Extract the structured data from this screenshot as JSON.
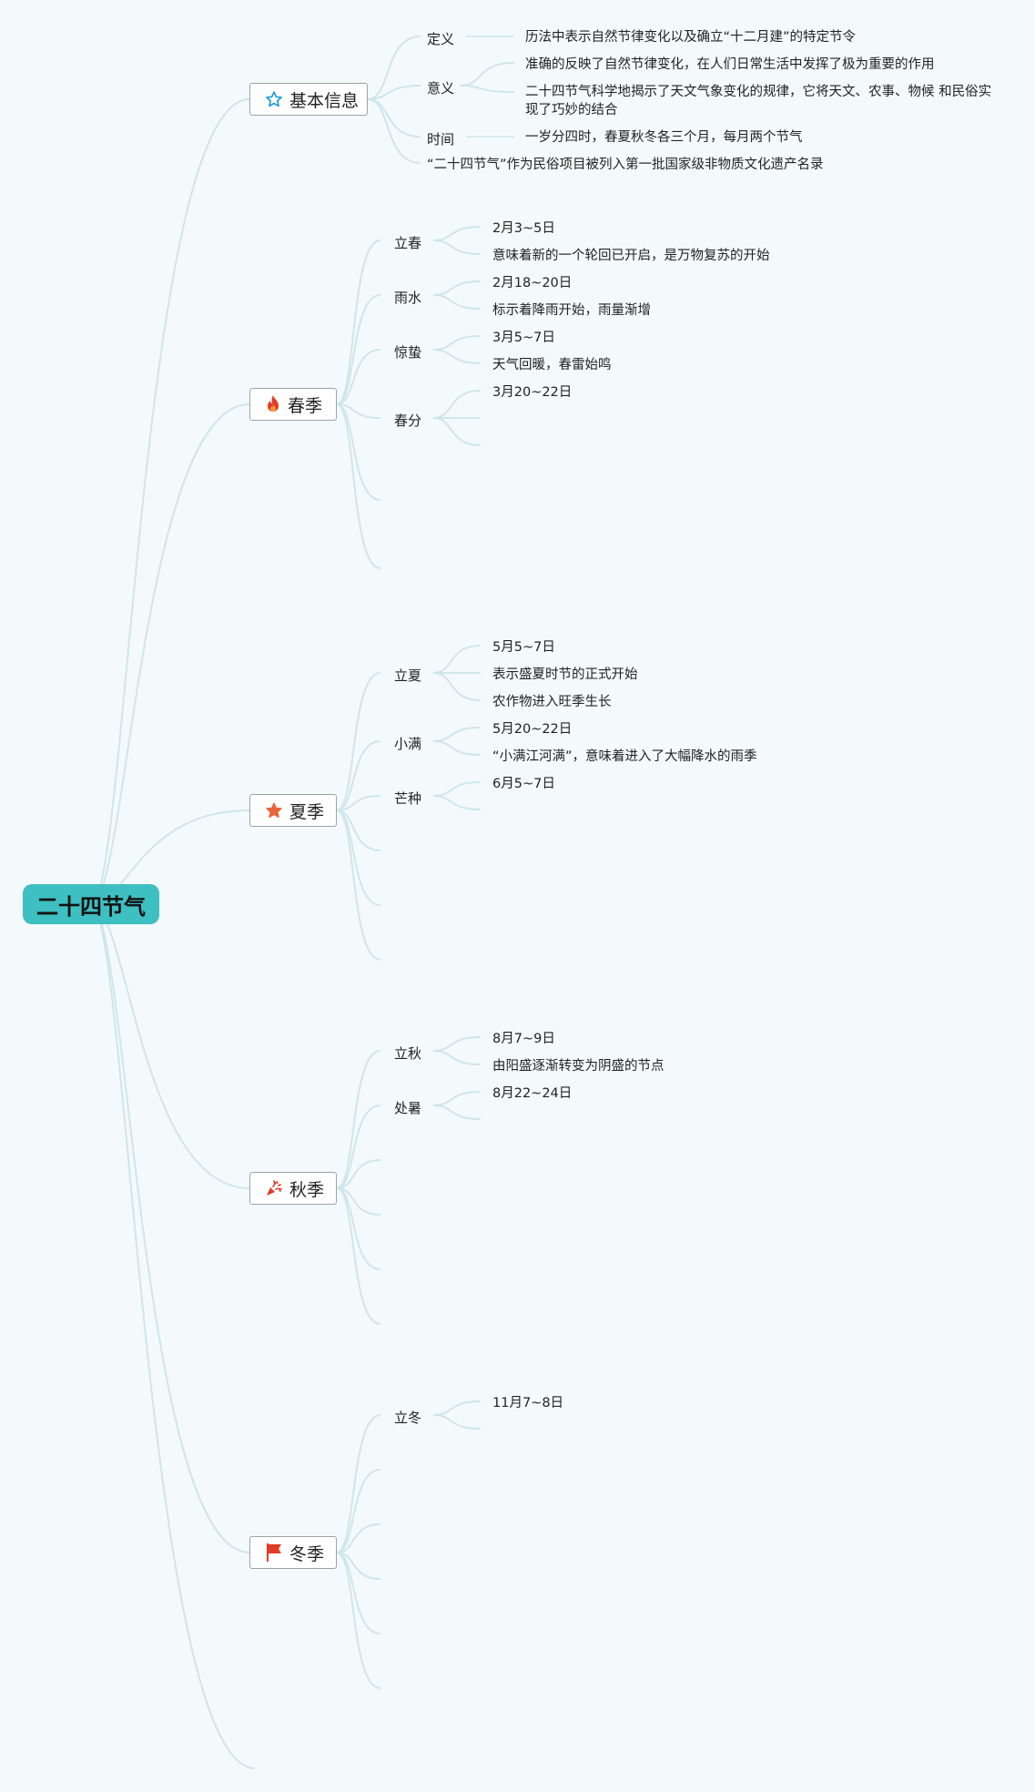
{
  "root": {
    "title": "二十四节气"
  },
  "branches": {
    "basic": {
      "title": "基本信息",
      "icon": "star-outline-icon",
      "children": {
        "definition": {
          "label": "定义",
          "items": [
            "历法中表示自然节律变化以及确立“十二月建”的特定节令"
          ]
        },
        "meaning": {
          "label": "意义",
          "items": [
            "准确的反映了自然节律变化，在人们日常生活中发挥了极为重要的作用",
            "二十四节气科学地揭示了天文气象变化的规律，它将天文、农事、物候 和民俗实",
            "现了巧妙的结合"
          ]
        },
        "time": {
          "label": "时间",
          "items": [
            "一岁分四时，春夏秋冬各三个月，每月两个节气"
          ]
        },
        "heritage": {
          "label": "“二十四节气”作为民俗项目被列入第一批国家级非物质文化遗产名录"
        }
      }
    },
    "spring": {
      "title": "春季",
      "icon": "fire-icon",
      "children": {
        "lichun": {
          "label": "立春",
          "items": [
            "2月3~5日",
            "意味着新的一个轮回已开启，是万物复苏的开始"
          ]
        },
        "yushui": {
          "label": "雨水",
          "items": [
            "2月18~20日",
            "标示着降雨开始，雨量渐增"
          ]
        },
        "jingzhe": {
          "label": "惊蛰",
          "items": [
            "3月5~7日",
            "天气回暖，春雷始鸣"
          ]
        },
        "chunfen": {
          "label": "春分",
          "items": [
            "3月20~22日"
          ]
        }
      }
    },
    "summer": {
      "title": "夏季",
      "icon": "star-filled-icon",
      "children": {
        "lixia": {
          "label": "立夏",
          "items": [
            "5月5~7日",
            "表示盛夏时节的正式开始",
            "农作物进入旺季生长"
          ]
        },
        "xiaoman": {
          "label": "小满",
          "items": [
            "5月20~22日",
            "“小满江河满”，意味着进入了大幅降水的雨季"
          ]
        },
        "mangzhong": {
          "label": "芒种",
          "items": [
            "6月5~7日"
          ]
        }
      }
    },
    "autumn": {
      "title": "秋季",
      "icon": "party-popper-icon",
      "children": {
        "liqiu": {
          "label": "立秋",
          "items": [
            "8月7~9日",
            "由阳盛逐渐转变为阴盛的节点"
          ]
        },
        "chushu": {
          "label": "处暑",
          "items": [
            "8月22~24日"
          ]
        }
      }
    },
    "winter": {
      "title": "冬季",
      "icon": "red-flag-icon",
      "children": {
        "lidong": {
          "label": "立冬",
          "items": [
            "11月7~8日"
          ]
        }
      }
    }
  },
  "colors": {
    "background": "#f4f9fb",
    "root_fill": "#3ebfc1",
    "connector": "#cfe6ea",
    "icon_blue": "#1e9bd7",
    "icon_red": "#e23b26",
    "icon_orange": "#e8643c"
  }
}
